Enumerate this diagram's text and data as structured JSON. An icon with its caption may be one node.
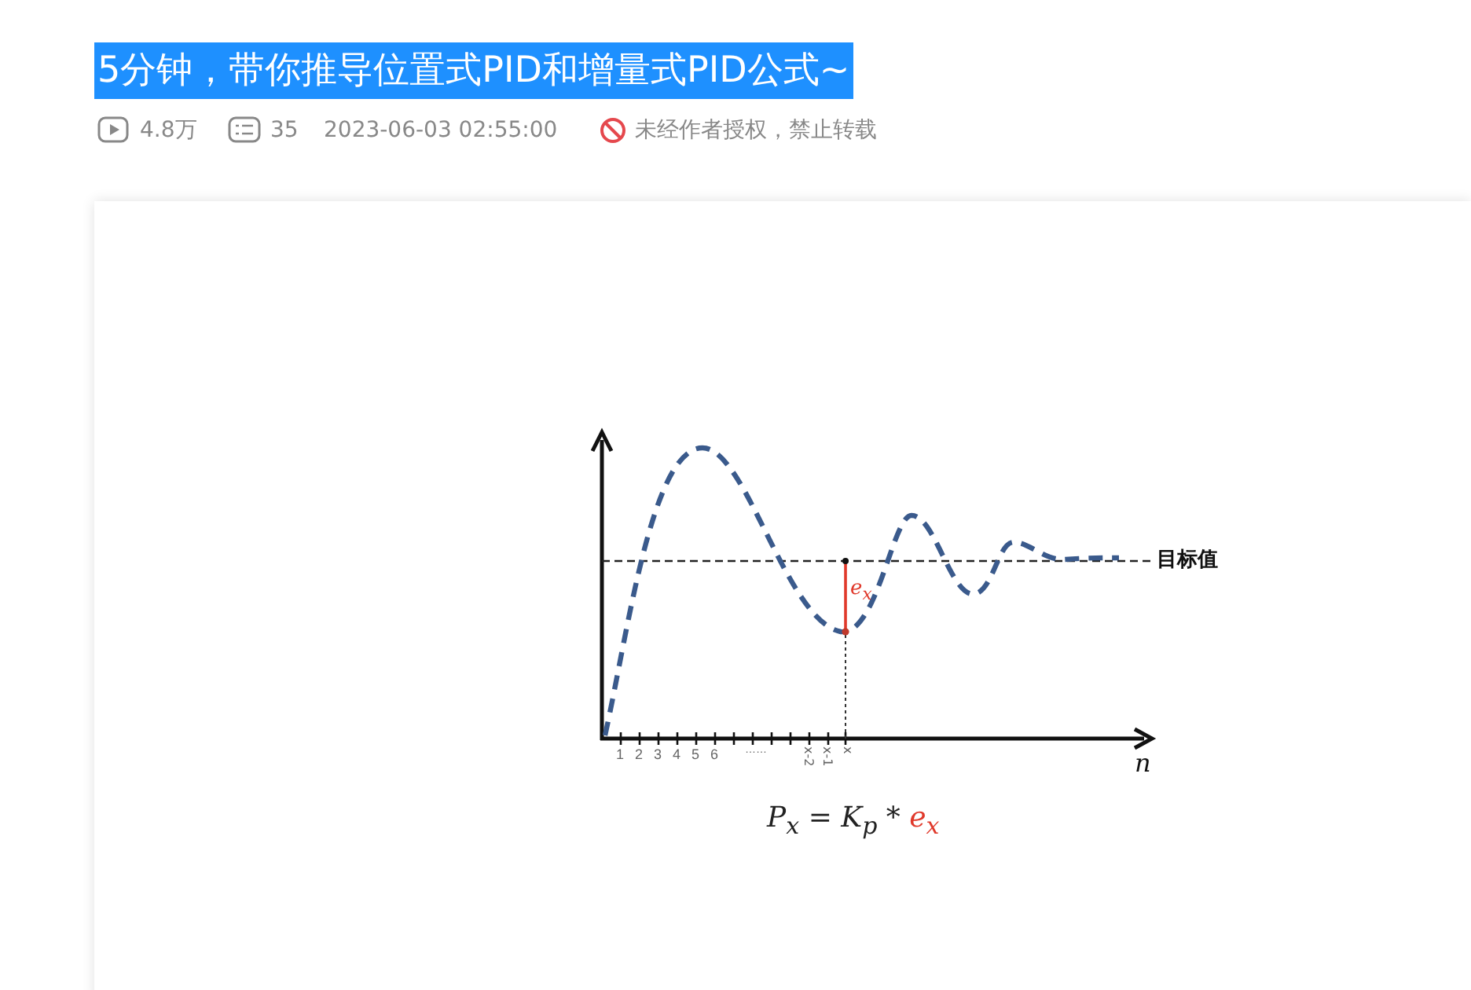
{
  "diagram": {
    "title": "5分钟，带你推导位置式PID和增量式PID公式~",
    "labels": [
      "4.8万",
      "35",
      "2023-06-03 02:55:00",
      "未经作者授权，禁止转载",
      "目标值",
      "e$_{x}$",
      "1",
      "2",
      "3",
      "4",
      "5",
      "6",
      "……",
      "x-2",
      "x-1",
      "x",
      "n",
      "P$_{x}$ = K$_{p}$ * e$_{x}$"
    ]
  }
}
